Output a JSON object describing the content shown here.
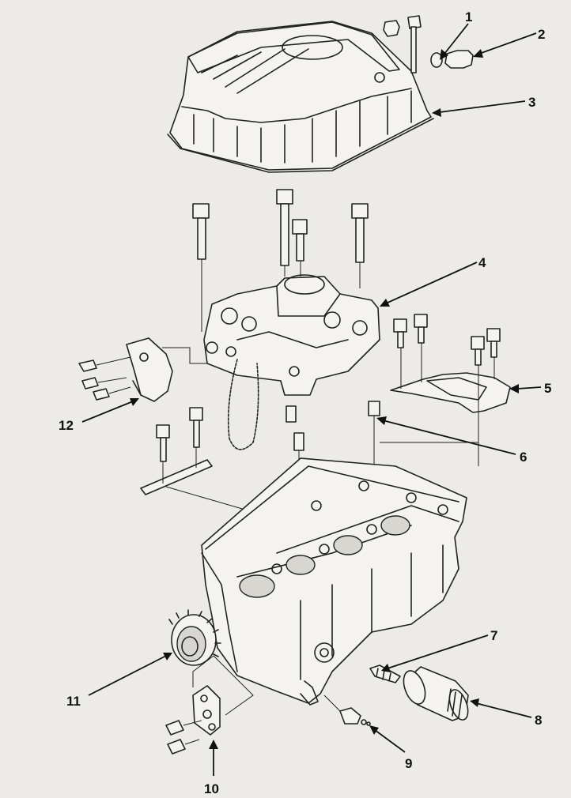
{
  "callouts": [
    {
      "id": 1,
      "label": "1"
    },
    {
      "id": 2,
      "label": "2"
    },
    {
      "id": 3,
      "label": "3"
    },
    {
      "id": 4,
      "label": "4"
    },
    {
      "id": 5,
      "label": "5"
    },
    {
      "id": 6,
      "label": "6"
    },
    {
      "id": 7,
      "label": "7"
    },
    {
      "id": 8,
      "label": "8"
    },
    {
      "id": 9,
      "label": "9"
    },
    {
      "id": 10,
      "label": "10"
    },
    {
      "id": 11,
      "label": "11"
    },
    {
      "id": 12,
      "label": "12"
    }
  ]
}
